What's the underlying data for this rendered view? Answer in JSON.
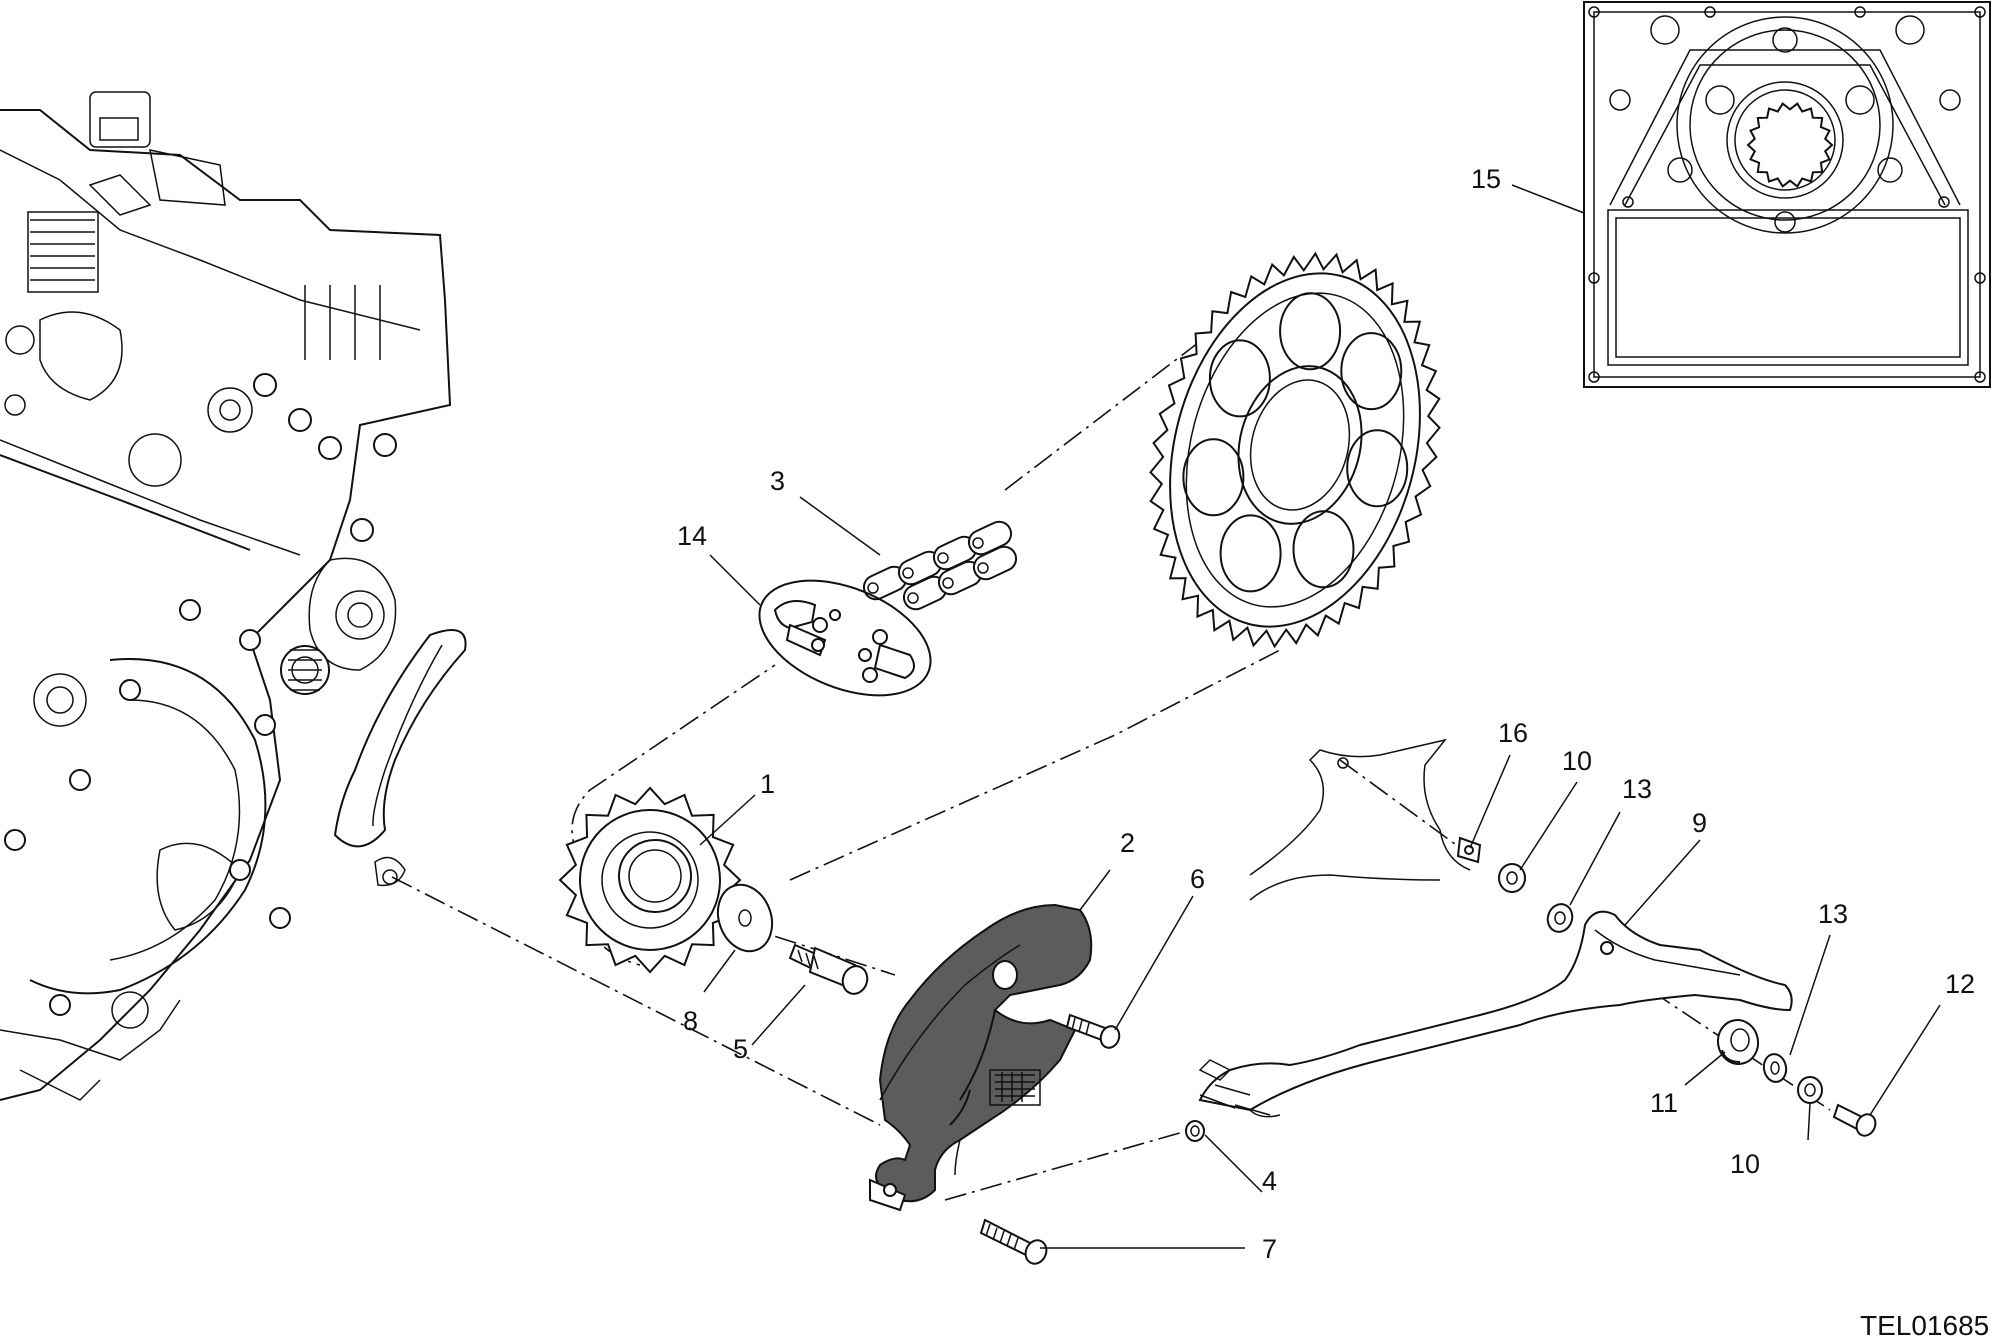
{
  "diagram": {
    "reference_code": "TEL01685",
    "part_labels": [
      {
        "id": "p1",
        "text": "1"
      },
      {
        "id": "p2",
        "text": "2"
      },
      {
        "id": "p3",
        "text": "3"
      },
      {
        "id": "p4",
        "text": "4"
      },
      {
        "id": "p5",
        "text": "5"
      },
      {
        "id": "p6",
        "text": "6"
      },
      {
        "id": "p7",
        "text": "7"
      },
      {
        "id": "p8",
        "text": "8"
      },
      {
        "id": "p9",
        "text": "9"
      },
      {
        "id": "p10a",
        "text": "10"
      },
      {
        "id": "p10b",
        "text": "10"
      },
      {
        "id": "p11",
        "text": "11"
      },
      {
        "id": "p12",
        "text": "12"
      },
      {
        "id": "p13a",
        "text": "13"
      },
      {
        "id": "p13b",
        "text": "13"
      },
      {
        "id": "p14",
        "text": "14"
      },
      {
        "id": "p15",
        "text": "15"
      },
      {
        "id": "p16",
        "text": "16"
      }
    ]
  }
}
